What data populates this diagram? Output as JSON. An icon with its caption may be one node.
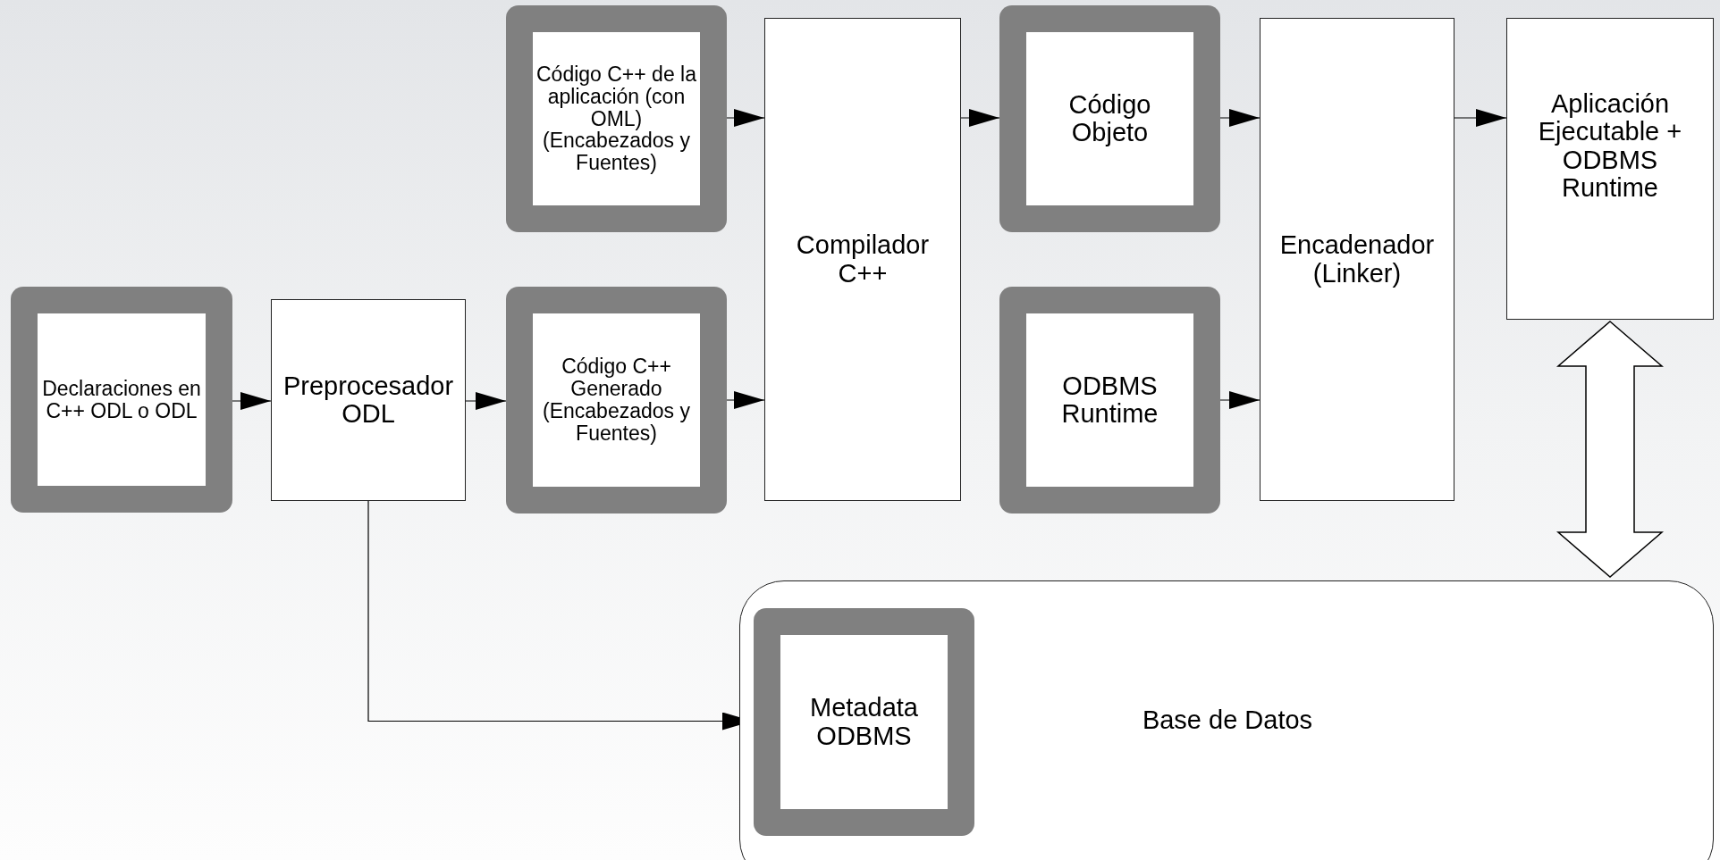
{
  "diagram": {
    "nodes": [
      {
        "text": [
          "Declaraciones en C++ ODL o ODL"
        ]
      },
      {
        "text": [
          "Preprocesador ODL"
        ]
      },
      {
        "text": [
          "Código C++ de la aplicación (con OML) (Encabezados y Fuentes)"
        ]
      },
      {
        "text": [
          "Código C++ Generado (Encabezados y Fuentes)"
        ]
      },
      {
        "text": [
          "Compilador C++"
        ]
      },
      {
        "text": [
          "Código Objeto"
        ]
      },
      {
        "text": [
          "ODBMS Runtime"
        ]
      },
      {
        "text": [
          "Encadenador (Linker)"
        ]
      },
      {
        "text": [
          "Aplicación Ejecutable + ODBMS Runtime"
        ]
      },
      {
        "text": [
          "Base de Datos"
        ]
      },
      {
        "text": [
          "Metadata ODBMS"
        ],
        "in": 9
      }
    ],
    "edges": [
      {
        "from": 0,
        "to": 1,
        "arrow": "to"
      },
      {
        "from": 1,
        "to": 3,
        "arrow": "to"
      },
      {
        "from": 2,
        "to": 4,
        "arrow": "to"
      },
      {
        "from": 3,
        "to": 4,
        "arrow": "to"
      },
      {
        "from": 4,
        "to": 5,
        "arrow": "to"
      },
      {
        "from": 5,
        "to": 7,
        "arrow": "to"
      },
      {
        "from": 6,
        "to": 7,
        "arrow": "to"
      },
      {
        "from": 7,
        "to": 8,
        "arrow": "to"
      },
      {
        "from": 1,
        "to": 10,
        "arrow": "to"
      },
      {
        "from": 8,
        "to": 9,
        "arrow": "both",
        "style": "thick"
      }
    ]
  }
}
